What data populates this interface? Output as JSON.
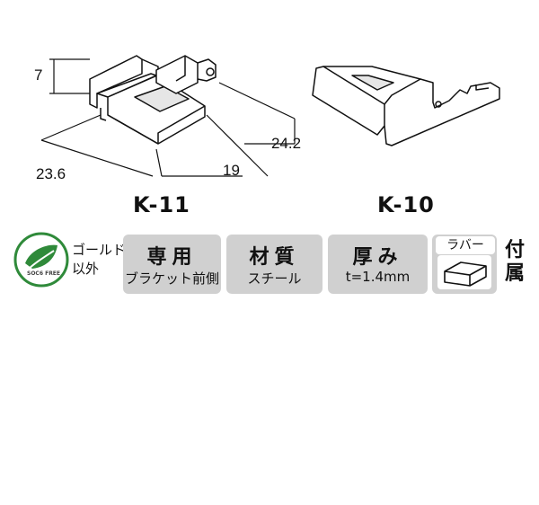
{
  "models": {
    "left": "K-11",
    "right": "K-10"
  },
  "dimensions": {
    "height": "7",
    "depth": "24.2",
    "width": "23.6",
    "length": "19"
  },
  "eco": {
    "text": "ゴールド\n以外",
    "soc": "SOC6 FREE"
  },
  "badges": [
    {
      "title": "専用",
      "sub": "ブラケット前側"
    },
    {
      "title": "材質",
      "sub": "スチール"
    },
    {
      "title": "厚み",
      "sub": "t=1.4mm"
    }
  ],
  "rubber": {
    "label": "ラバー",
    "attached": "付属"
  },
  "colors": {
    "badge_gray": "#d0d0d0",
    "eco_green": "#2f8a3a"
  }
}
